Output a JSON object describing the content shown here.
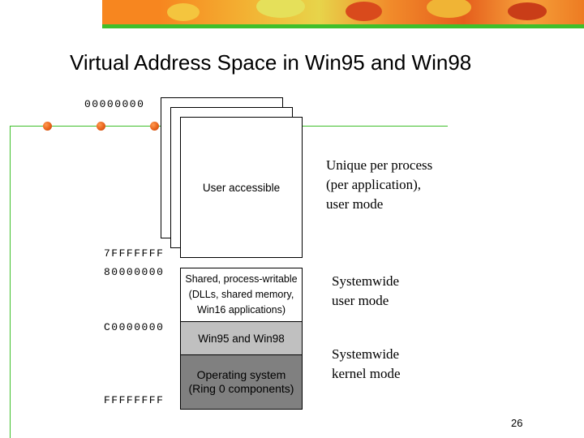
{
  "slide": {
    "title": "Virtual Address Space in Win95 and Win98",
    "page_number": "26"
  },
  "addresses": {
    "start": "00000000",
    "user_end": "7FFFFFFF",
    "shared_start": "80000000",
    "system_start": "C0000000",
    "end": "FFFFFFFF"
  },
  "regions": {
    "user": "User accessible",
    "shared": "Shared, process-writable\n(DLLs, shared memory,\nWin16 applications)",
    "win9x": "Win95 and Win98",
    "os": "Operating system\n(Ring 0 components)"
  },
  "notes": {
    "per_process": "Unique per process\n(per application),\nuser mode",
    "system_user": "Systemwide\nuser mode",
    "system_kernel": "Systemwide\nkernel mode"
  },
  "colors": {
    "accent_green": "#3fbf2b",
    "accent_orange": "#f7861f",
    "region_win9x": "#c0c0c0",
    "region_os": "#808080"
  }
}
